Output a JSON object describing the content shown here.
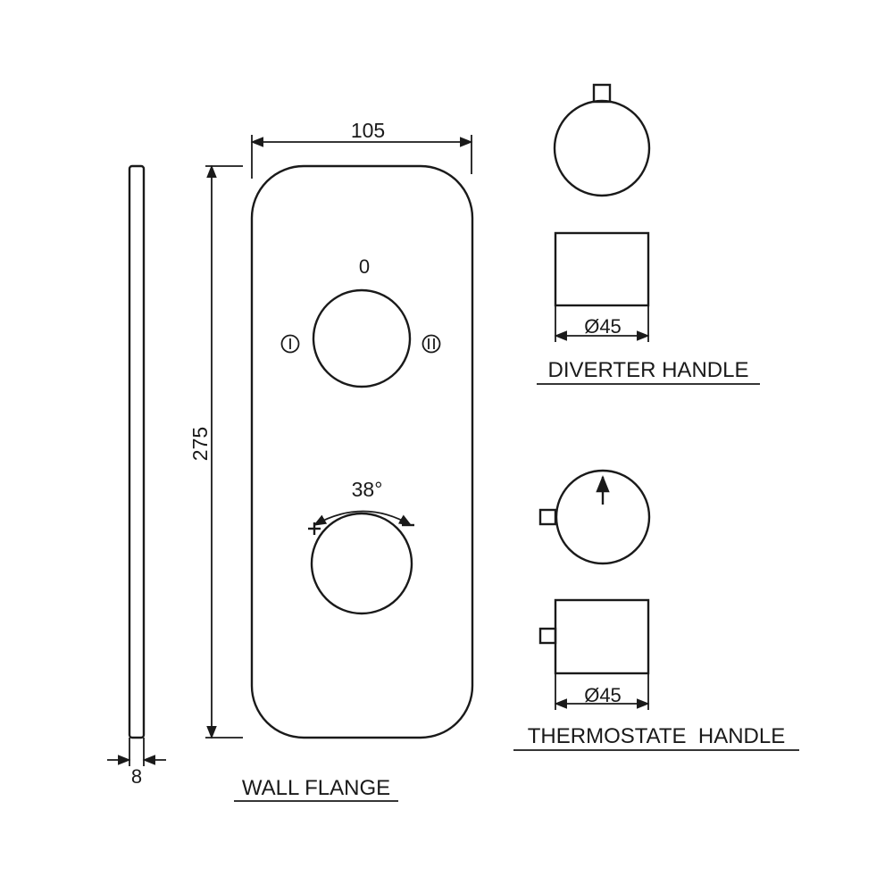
{
  "drawing": {
    "side_view": {
      "thickness_label": "8"
    },
    "flange": {
      "width_label": "105",
      "height_label": "275",
      "diverter_positions": {
        "center": "0",
        "left": "I",
        "right": "II"
      },
      "thermostat_angle": "38°",
      "plus_sign": "+",
      "minus_sign": "−",
      "title": "WALL FLANGE"
    },
    "diverter": {
      "diameter_label": "Ø45",
      "title": "DIVERTER HANDLE"
    },
    "thermostat": {
      "diameter_label": "Ø45",
      "title": "THERMOSTATE  HANDLE"
    }
  }
}
